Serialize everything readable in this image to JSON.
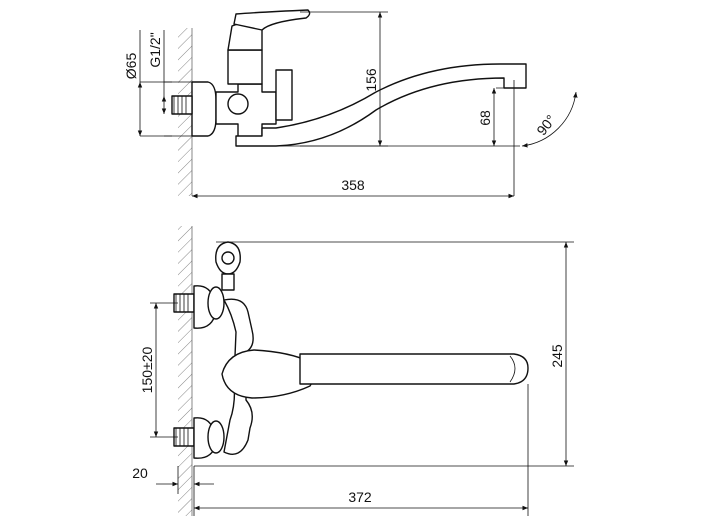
{
  "top_view": {
    "dim_diameter": "Ø65",
    "dim_thread": "G1/2\"",
    "dim_height": "156",
    "dim_spout_height": "68",
    "dim_angle": "90°",
    "dim_length": "358"
  },
  "front_view": {
    "dim_spacing": "150±20",
    "dim_height": "245",
    "dim_offset": "20",
    "dim_length": "372"
  },
  "colors": {
    "line": "#111111",
    "wall_hatch": "#555555",
    "background": "#ffffff"
  }
}
